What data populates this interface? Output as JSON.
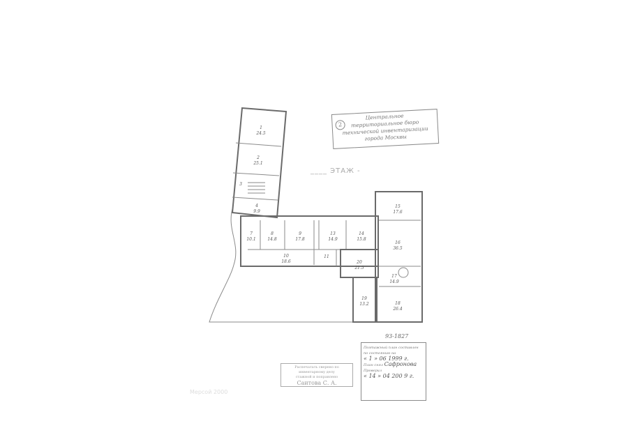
{
  "stamp_bti": {
    "number": "2",
    "lines": [
      "Центральное",
      "территориальное бюро",
      "технической инвентаризации",
      "города Москвы"
    ]
  },
  "floor_label": "____ ЭТАЖ -",
  "inventory_number": "93-1827",
  "rooms": [
    {
      "no": "1",
      "area": "24.5"
    },
    {
      "no": "2",
      "area": "25.1"
    },
    {
      "no": "3",
      "area": ""
    },
    {
      "no": "4",
      "area": "9.9"
    },
    {
      "no": "7",
      "area": "10.1"
    },
    {
      "no": "8",
      "area": "14.8"
    },
    {
      "no": "9",
      "area": "17.8"
    },
    {
      "no": "10",
      "area": "18.6"
    },
    {
      "no": "11",
      "area": ""
    },
    {
      "no": "13",
      "area": "14.9"
    },
    {
      "no": "14",
      "area": "15.8"
    },
    {
      "no": "15",
      "area": "17.6"
    },
    {
      "no": "16",
      "area": "36.5"
    },
    {
      "no": "17",
      "area": "14.9"
    },
    {
      "no": "18",
      "area": "26.4"
    },
    {
      "no": "19",
      "area": "13.2"
    },
    {
      "no": "20",
      "area": "21.5"
    }
  ],
  "stamp_date": {
    "header": "Поэтажный план составлен по состоянию на",
    "date1": "« 1 »   06   1999 г.",
    "drawn_label": "План снял",
    "drawn_by": "Сафронова",
    "checked_label": "Проверил",
    "date2": "« 14 »   04   200 9 г."
  },
  "stamp_copy": {
    "line1": "Распечатать сверено по инвентарному делу",
    "line2": "стажной и поправлено",
    "name": "Саитова С. А."
  },
  "watermark": "Мерсой 2000"
}
